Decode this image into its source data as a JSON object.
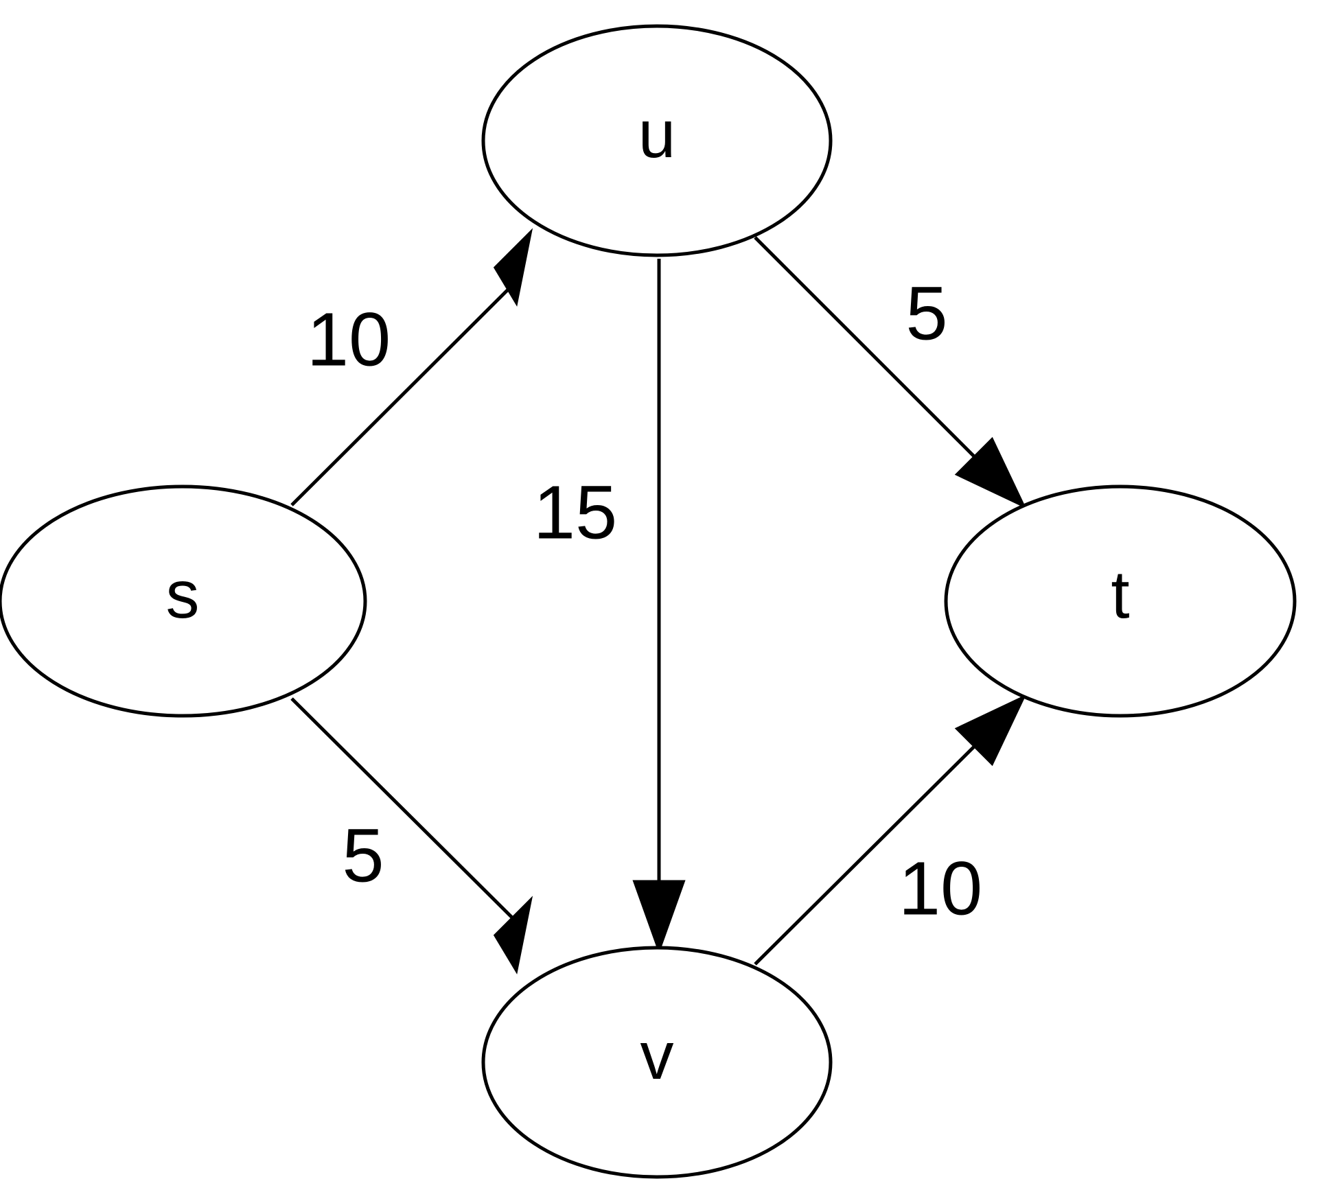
{
  "graph": {
    "directed": true,
    "colors": {
      "stroke": "#000000",
      "node_fill": "#ffffff",
      "background": "#ffffff",
      "text": "#000000"
    },
    "nodes": [
      {
        "id": "s",
        "label": "s"
      },
      {
        "id": "u",
        "label": "u"
      },
      {
        "id": "v",
        "label": "v"
      },
      {
        "id": "t",
        "label": "t"
      }
    ],
    "edges": [
      {
        "from": "s",
        "to": "u",
        "label": "10"
      },
      {
        "from": "s",
        "to": "v",
        "label": "5"
      },
      {
        "from": "u",
        "to": "v",
        "label": "15"
      },
      {
        "from": "u",
        "to": "t",
        "label": "5"
      },
      {
        "from": "v",
        "to": "t",
        "label": "10"
      }
    ]
  }
}
